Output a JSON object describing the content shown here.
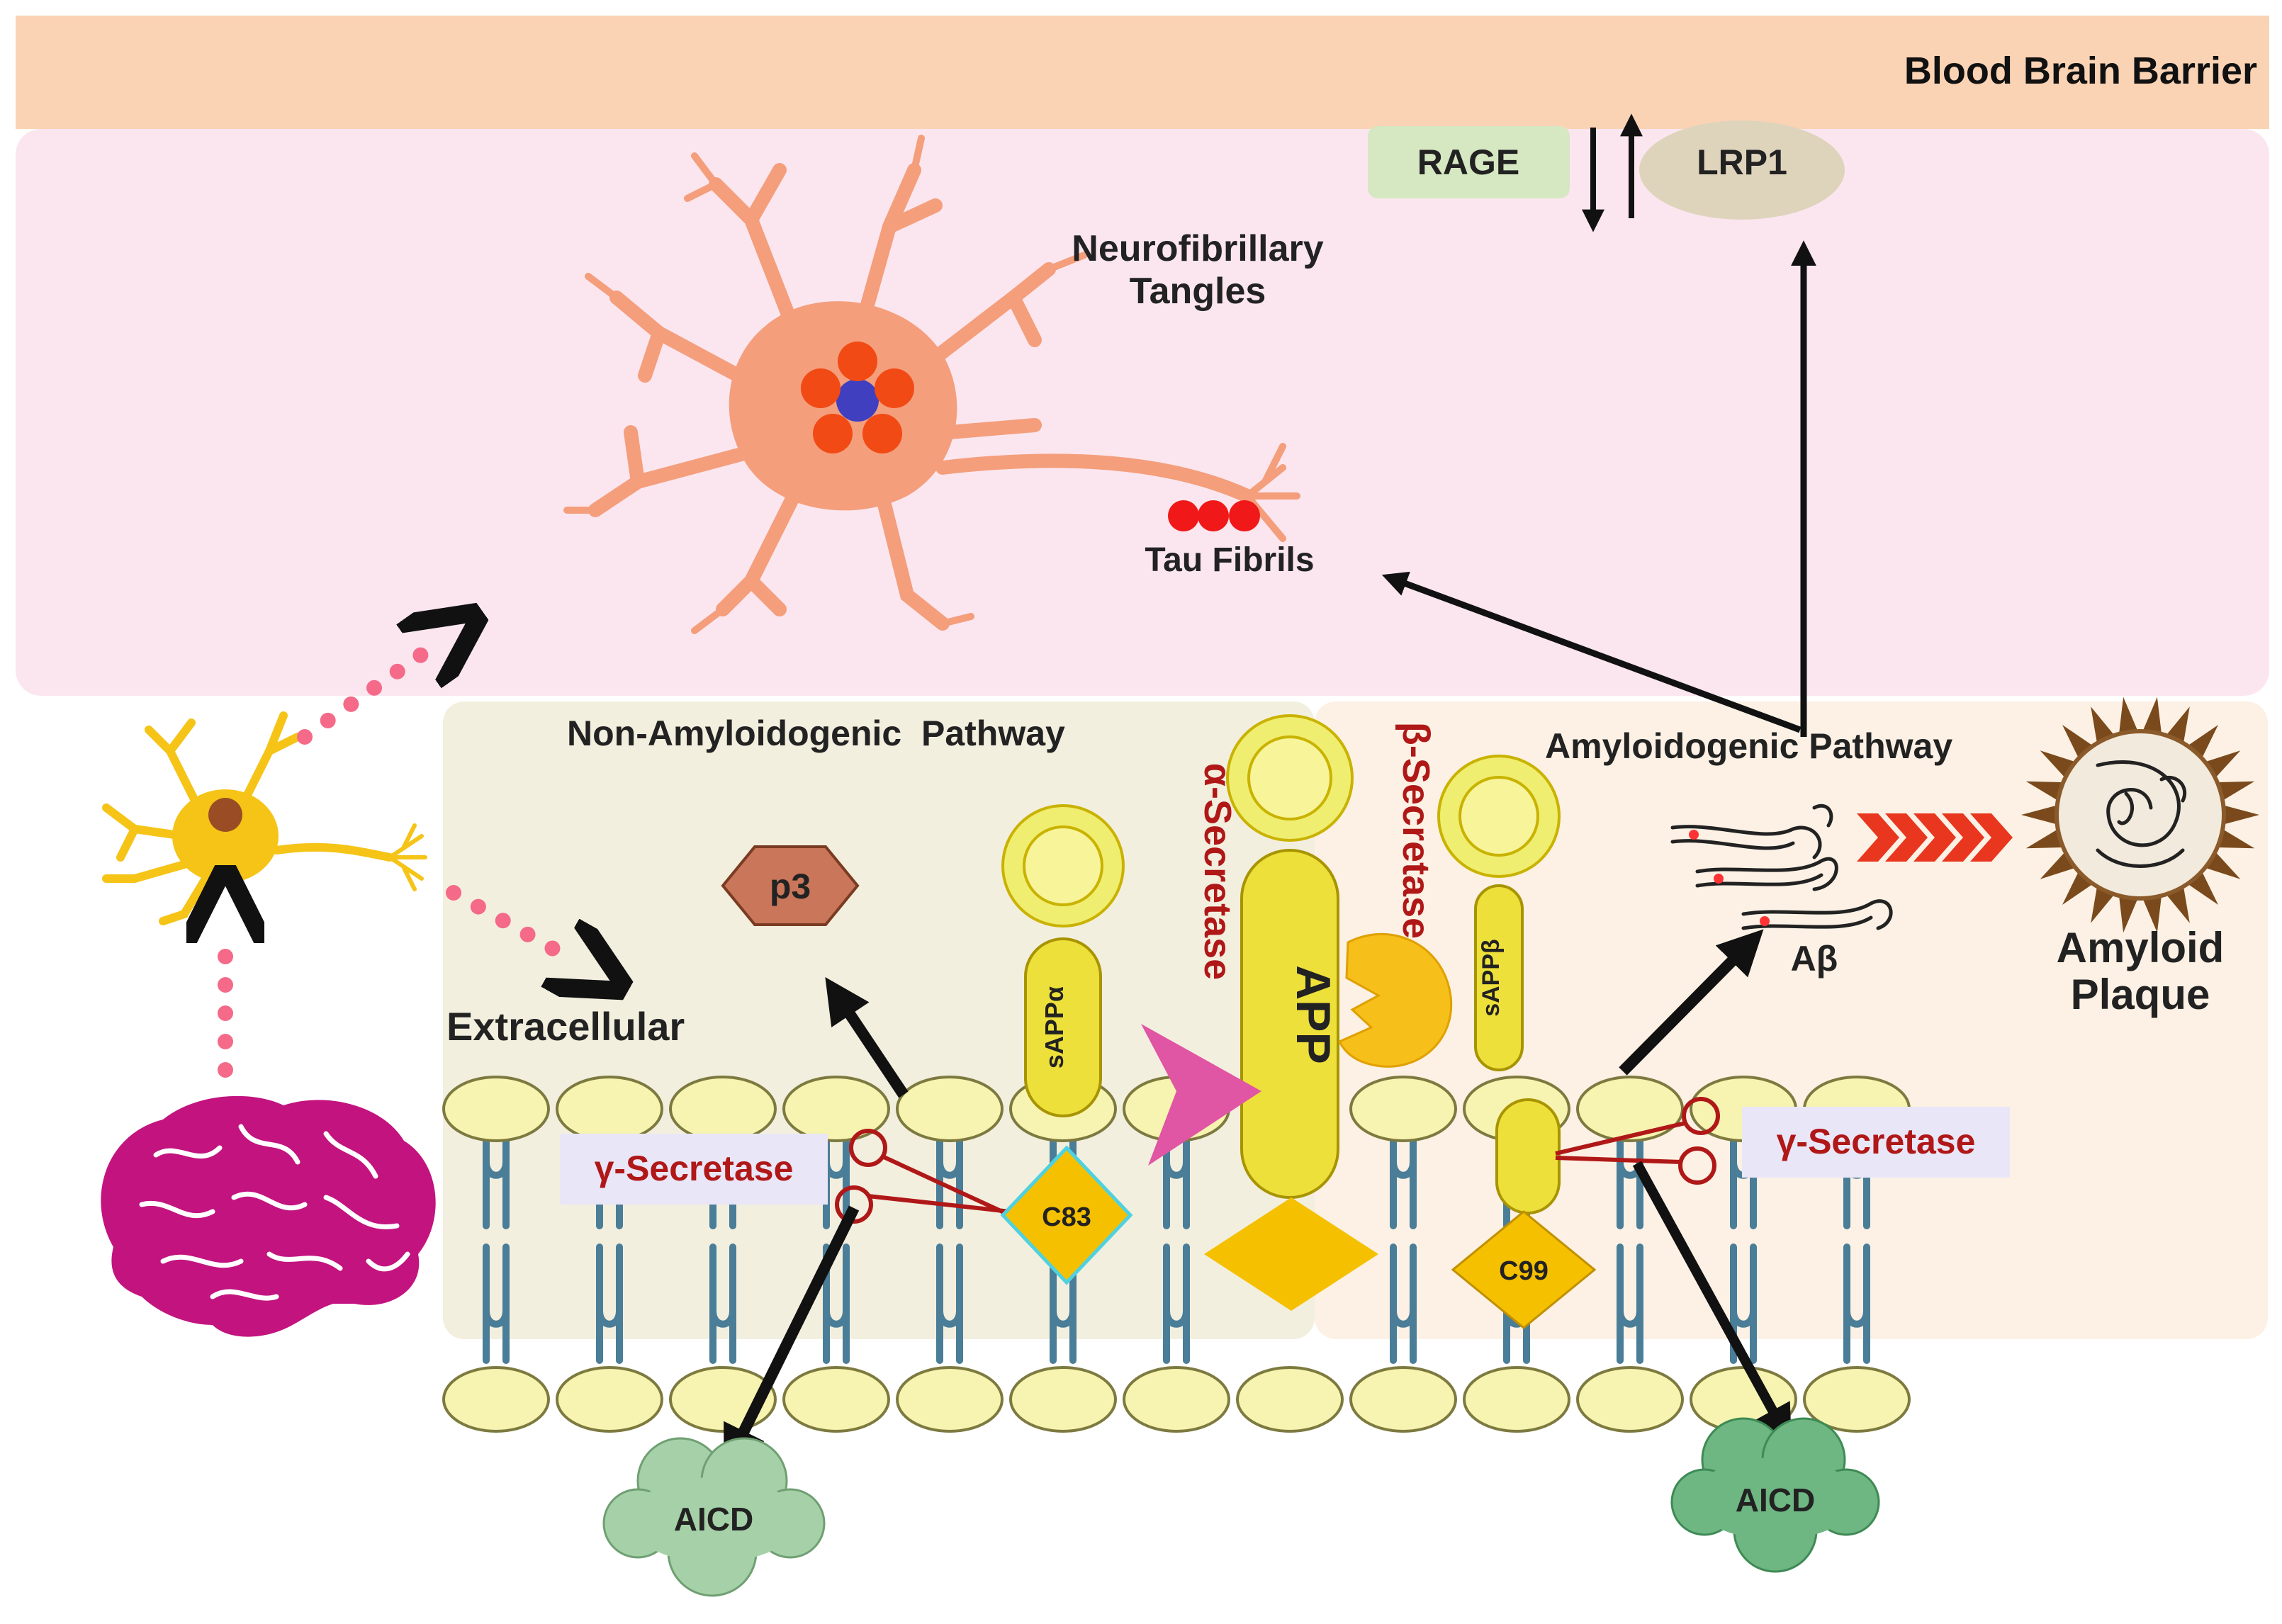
{
  "bbb": {
    "label": "Blood Brain Barrier"
  },
  "receptors": {
    "rage": "RAGE",
    "lrp1": "LRP1"
  },
  "neuron": {
    "tangles_line1": "Neurofibrillary",
    "tangles_line2": "Tangles",
    "tau": "Tau Fibrils"
  },
  "pathways": {
    "non_amyloid": "Non-Amyloidogenic  Pathway",
    "amyloid": "Amyloidogenic Pathway"
  },
  "space": {
    "extracellular": "Extracellular"
  },
  "enzymes": {
    "alpha": "α-Secretase",
    "beta": "β-Secretase",
    "gamma_left": "γ-Secretase",
    "gamma_right": "γ-Secretase"
  },
  "proteins": {
    "app": "APP",
    "sappa": "sAPPα",
    "sappb": "sAPPβ",
    "p3": "p3",
    "c83": "C83",
    "c99": "C99",
    "abeta": "Aβ",
    "aicd_left": "AICD",
    "aicd_right": "AICD"
  },
  "plaque": {
    "line1": "Amyloid",
    "line2": "Plaque"
  },
  "colors": {
    "bbb": "#fad3b4",
    "brain_space": "#fbe6ef",
    "non_amyloid_panel": "#f3efdf",
    "amyloid_panel": "#fcf1e4",
    "lipid": "#f7f3b0",
    "protein_yellow": "#eee03a",
    "tail_blue": "#4a7d97",
    "enzyme_red": "#b01818",
    "neuron_orange": "#f49e7c",
    "brain_magenta": "#c2137f"
  }
}
